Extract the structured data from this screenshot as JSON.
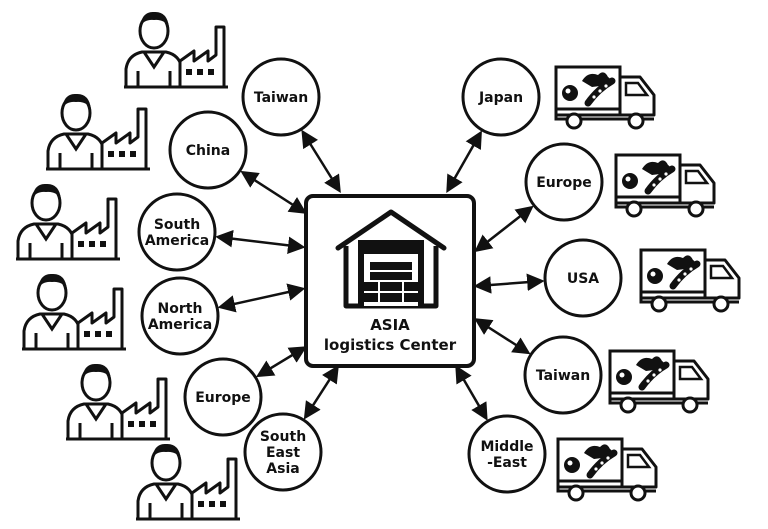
{
  "hub": {
    "lines": [
      "ASIA",
      "logistics Center"
    ],
    "icon": "warehouse-icon"
  },
  "sources": [
    {
      "id": "taiwan",
      "lines": [
        "Taiwan"
      ]
    },
    {
      "id": "china",
      "lines": [
        "China"
      ]
    },
    {
      "id": "south-america",
      "lines": [
        "South",
        "America"
      ]
    },
    {
      "id": "north-america",
      "lines": [
        "North",
        "America"
      ]
    },
    {
      "id": "europe",
      "lines": [
        "Europe"
      ]
    },
    {
      "id": "south-east-asia",
      "lines": [
        "South",
        "East",
        "Asia"
      ]
    }
  ],
  "destinations": [
    {
      "id": "japan",
      "lines": [
        "Japan"
      ]
    },
    {
      "id": "europe",
      "lines": [
        "Europe"
      ]
    },
    {
      "id": "usa",
      "lines": [
        "USA"
      ]
    },
    {
      "id": "taiwan",
      "lines": [
        "Taiwan"
      ]
    },
    {
      "id": "middle-east",
      "lines": [
        "Middle",
        "-East"
      ]
    }
  ],
  "icons": {
    "source": "factory-worker-icon",
    "destination": "delivery-truck-icon"
  },
  "colors": {
    "stroke": "#111111",
    "fill": "#ffffff"
  }
}
